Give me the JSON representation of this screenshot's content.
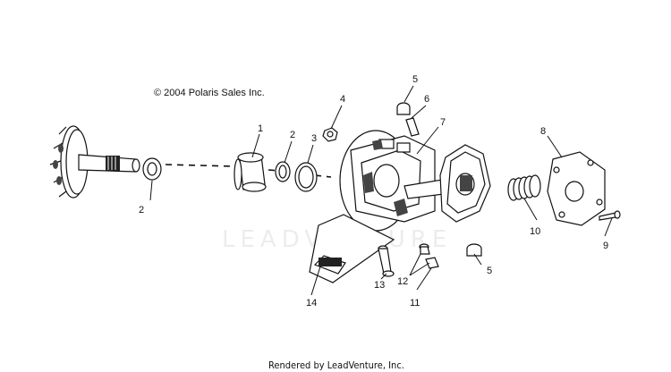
{
  "copyright": "© 2004 Polaris Sales Inc.",
  "footer": "Rendered by LeadVenture, Inc.",
  "watermark": "LEADVENTURE",
  "callouts": [
    "1",
    "2",
    "2",
    "3",
    "4",
    "5",
    "5",
    "6",
    "7",
    "8",
    "9",
    "10",
    "11",
    "12",
    "13",
    "14"
  ]
}
